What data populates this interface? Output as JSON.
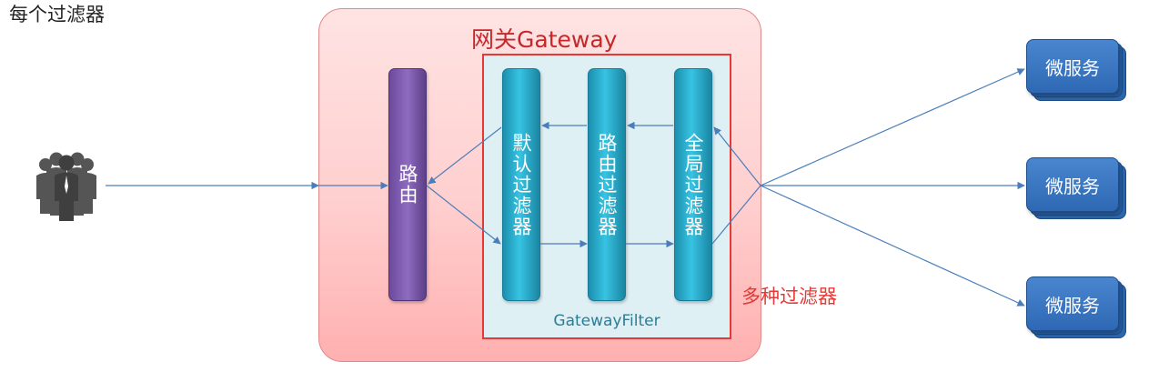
{
  "top_title": "每个过滤器",
  "gateway": {
    "title": "网关Gateway",
    "route_label": "路由",
    "filter_frame_label": "GatewayFilter",
    "multi_filters_label": "多种过滤器"
  },
  "filters": [
    {
      "label": "默认过滤器"
    },
    {
      "label": "路由过滤器"
    },
    {
      "label": "全局过滤器"
    }
  ],
  "microservices": [
    {
      "label": "微服务"
    },
    {
      "label": "微服务"
    },
    {
      "label": "微服务"
    }
  ],
  "icons": {
    "client": "users-group-icon",
    "arrows": "arrow-icon"
  },
  "colors": {
    "gateway_bg": "#ffd6d6",
    "frame_border": "#e53935",
    "route_purple": "#7b57ad",
    "filter_cyan": "#2bb0d0",
    "microservice_blue": "#3a76c2",
    "arrow_blue": "#4a7ebb"
  }
}
